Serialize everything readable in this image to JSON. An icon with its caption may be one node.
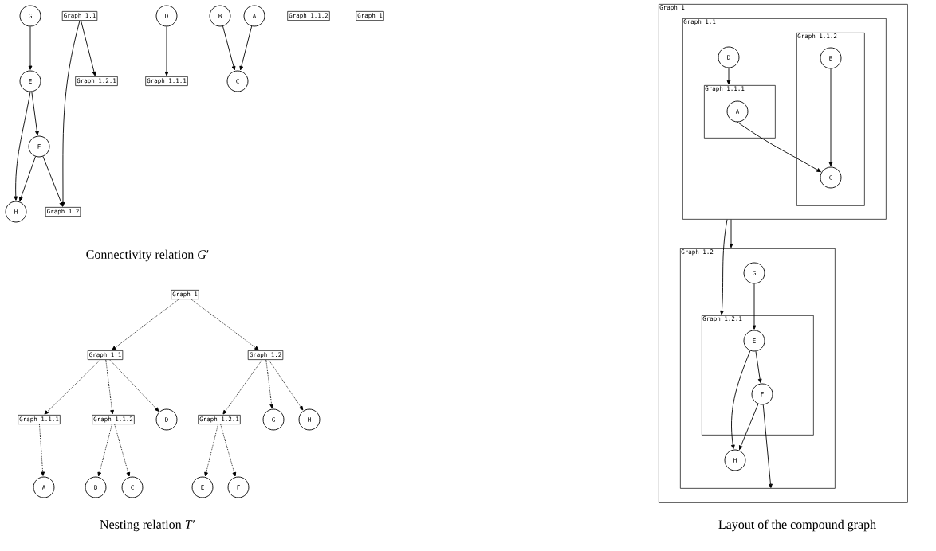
{
  "diagram": {
    "nodes": [
      {
        "text": [
          "G"
        ]
      },
      {
        "text": [
          "Graph 1.1"
        ]
      },
      {
        "text": [
          "D"
        ]
      },
      {
        "text": [
          "B"
        ]
      },
      {
        "text": [
          "A"
        ]
      },
      {
        "text": [
          "Graph 1.1.2"
        ]
      },
      {
        "text": [
          "Graph 1"
        ]
      },
      {
        "text": [
          "E"
        ]
      },
      {
        "text": [
          "Graph 1.2.1"
        ]
      },
      {
        "text": [
          "Graph 1.1.1"
        ]
      },
      {
        "text": [
          "C"
        ]
      },
      {
        "text": [
          "F"
        ]
      },
      {
        "text": [
          "H"
        ]
      },
      {
        "text": [
          "Graph 1.2"
        ]
      },
      {
        "text": [
          "Graph 1"
        ]
      },
      {
        "text": [
          "Graph 1.1"
        ]
      },
      {
        "text": [
          "Graph 1.2"
        ]
      },
      {
        "text": [
          "Graph 1.1.1"
        ]
      },
      {
        "text": [
          "Graph 1.1.2"
        ]
      },
      {
        "text": [
          "D"
        ]
      },
      {
        "text": [
          "Graph 1.2.1"
        ]
      },
      {
        "text": [
          "G"
        ]
      },
      {
        "text": [
          "H"
        ]
      },
      {
        "text": [
          "A"
        ]
      },
      {
        "text": [
          "B"
        ]
      },
      {
        "text": [
          "C"
        ]
      },
      {
        "text": [
          "E"
        ]
      },
      {
        "text": [
          "F"
        ]
      },
      {
        "text": [
          "Graph 1"
        ]
      },
      {
        "text": [
          "Graph 1.1"
        ],
        "in": 28
      },
      {
        "text": [
          "D"
        ],
        "in": 29
      },
      {
        "text": [
          "Graph 1.1.1"
        ],
        "in": 29
      },
      {
        "text": [
          "A"
        ],
        "in": 31
      },
      {
        "text": [
          "Graph 1.1.2"
        ],
        "in": 29
      },
      {
        "text": [
          "B"
        ],
        "in": 33
      },
      {
        "text": [
          "C"
        ],
        "in": 33
      },
      {
        "text": [
          "Graph 1.2"
        ],
        "in": 28
      },
      {
        "text": [
          "G"
        ],
        "in": 36
      },
      {
        "text": [
          "Graph 1.2.1"
        ],
        "in": 36
      },
      {
        "text": [
          "E"
        ],
        "in": 38
      },
      {
        "text": [
          "F"
        ],
        "in": 38
      },
      {
        "text": [
          "H"
        ],
        "in": 36
      }
    ],
    "edges": [
      {
        "from": 0,
        "to": 7,
        "arrow": "to"
      },
      {
        "from": 1,
        "to": 8,
        "arrow": "to"
      },
      {
        "from": 1,
        "to": 13,
        "arrow": "to"
      },
      {
        "from": 2,
        "to": 9,
        "arrow": "to"
      },
      {
        "from": 3,
        "to": 10,
        "arrow": "to"
      },
      {
        "from": 4,
        "to": 10,
        "arrow": "to"
      },
      {
        "from": 7,
        "to": 11,
        "arrow": "to"
      },
      {
        "from": 7,
        "to": 12,
        "arrow": "to"
      },
      {
        "from": 11,
        "to": 12,
        "arrow": "to"
      },
      {
        "from": 11,
        "to": 13,
        "arrow": "to"
      },
      {
        "from": 14,
        "to": 15,
        "arrow": "to",
        "style": "dashed"
      },
      {
        "from": 14,
        "to": 16,
        "arrow": "to",
        "style": "dashed"
      },
      {
        "from": 15,
        "to": 17,
        "arrow": "to",
        "style": "dashed"
      },
      {
        "from": 15,
        "to": 18,
        "arrow": "to",
        "style": "dashed"
      },
      {
        "from": 15,
        "to": 19,
        "arrow": "to",
        "style": "dashed"
      },
      {
        "from": 16,
        "to": 20,
        "arrow": "to",
        "style": "dashed"
      },
      {
        "from": 16,
        "to": 21,
        "arrow": "to",
        "style": "dashed"
      },
      {
        "from": 16,
        "to": 22,
        "arrow": "to",
        "style": "dashed"
      },
      {
        "from": 17,
        "to": 23,
        "arrow": "to",
        "style": "dashed"
      },
      {
        "from": 18,
        "to": 24,
        "arrow": "to",
        "style": "dashed"
      },
      {
        "from": 18,
        "to": 25,
        "arrow": "to",
        "style": "dashed"
      },
      {
        "from": 20,
        "to": 26,
        "arrow": "to",
        "style": "dashed"
      },
      {
        "from": 20,
        "to": 27,
        "arrow": "to",
        "style": "dashed"
      },
      {
        "from": 30,
        "to": 31,
        "arrow": "to"
      },
      {
        "from": 32,
        "to": 35,
        "arrow": "to"
      },
      {
        "from": 34,
        "to": 35,
        "arrow": "to"
      },
      {
        "from": 29,
        "to": 36,
        "arrow": "to"
      },
      {
        "from": 29,
        "to": 38,
        "arrow": "to"
      },
      {
        "from": 37,
        "to": 39,
        "arrow": "to"
      },
      {
        "from": 39,
        "to": 40,
        "arrow": "to"
      },
      {
        "from": 39,
        "to": 41,
        "arrow": "to"
      },
      {
        "from": 40,
        "to": 41,
        "arrow": "to"
      },
      {
        "from": 40,
        "to": 36,
        "arrow": "to"
      }
    ],
    "labels": [
      "Connectivity relation *G*′",
      "Nesting relation *T*′",
      "Layout of the compound graph"
    ]
  }
}
